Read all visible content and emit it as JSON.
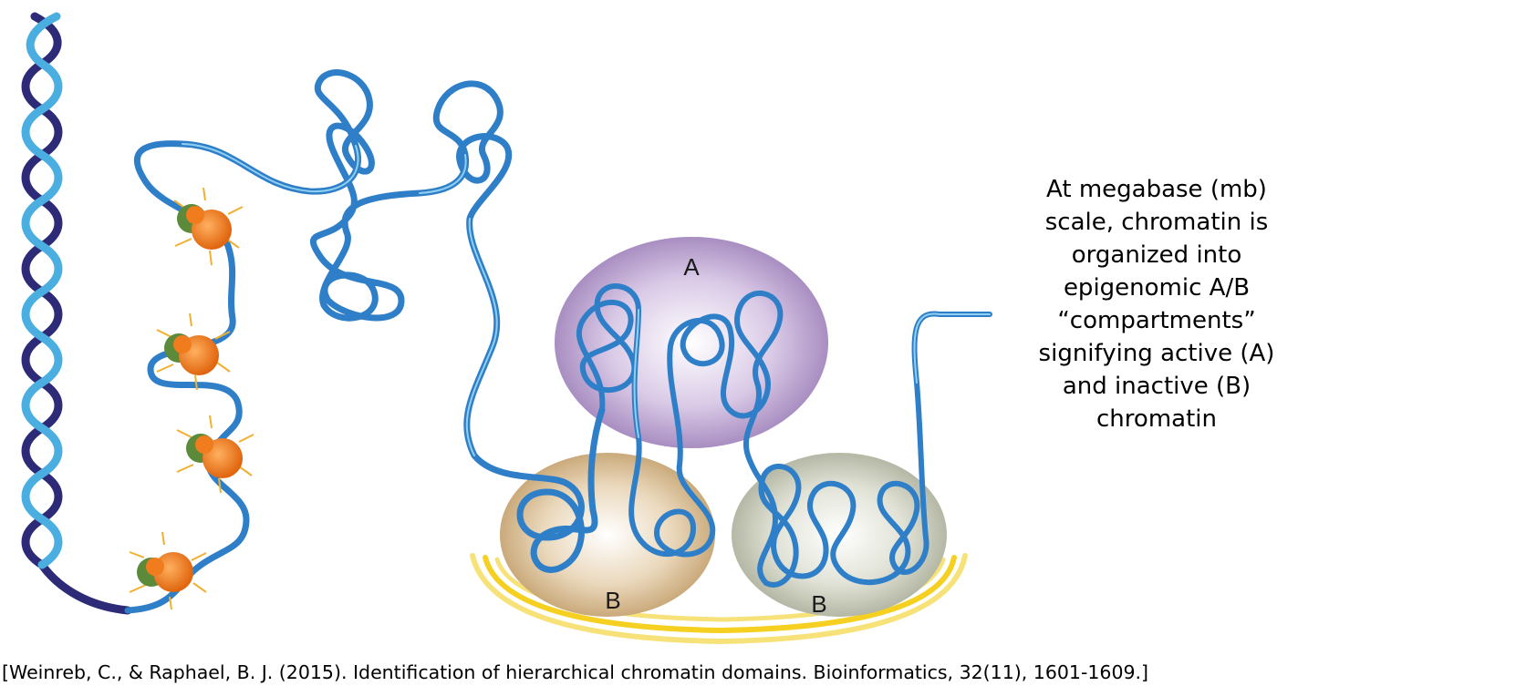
{
  "diagram": {
    "compartment_labels": {
      "a": "A",
      "b_left": "B",
      "b_right": "B"
    },
    "description": "At megabase (mb)\nscale, chromatin is\norganized into\nepigenomic A/B\n“compartments”\nsignifying active (A)\nand inactive (B)\nchromatin",
    "citation": "[Weinreb, C., & Raphael, B. J. (2015). Identification of hierarchical chromatin domains. Bioinformatics, 32(11), 1601-1609.]"
  },
  "colors": {
    "fiber": "#2f7fc8",
    "fiber_highlight": "#8fd0f2",
    "helix_dark": "#2d2a78",
    "helix_light": "#4aaee0",
    "compartment_a": "#a98cc2",
    "compartment_b_left": "#c9a878",
    "compartment_b_right": "#b9bcaa",
    "nucleosome": "#f07c1e",
    "nucleosome_core": "#5a8a3a",
    "histone_tail": "#f0b030",
    "lamina": "#f5d020"
  }
}
